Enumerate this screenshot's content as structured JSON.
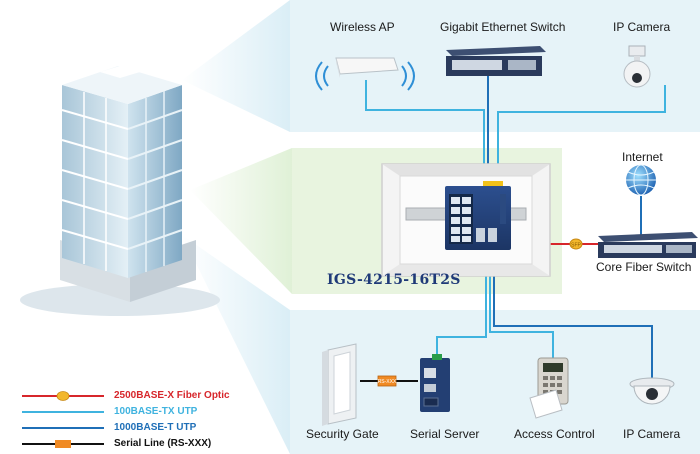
{
  "devices": {
    "wireless_ap": "Wireless AP",
    "gigabit_switch": "Gigabit Ethernet Switch",
    "ip_camera_top": "IP Camera",
    "internet": "Internet",
    "core_fiber_switch": "Core Fiber Switch",
    "security_gate": "Security Gate",
    "serial_server": "Serial Server",
    "access_control": "Access Control",
    "ip_camera_bottom": "IP Camera",
    "sfp_tag": "SFP",
    "serial_tag": "RS-XXX"
  },
  "product": {
    "model": "IGS-4215-16T2S"
  },
  "legend": [
    {
      "label": "2500BASE-X Fiber Optic",
      "color": "#d7262b"
    },
    {
      "label": "100BASE-TX UTP",
      "color": "#3fb3df"
    },
    {
      "label": "1000BASE-T UTP",
      "color": "#1f6fb7"
    },
    {
      "label": "Serial Line (RS-XXX)",
      "color": "#111111"
    }
  ],
  "colors": {
    "zone_bg": "#e6f3f8",
    "center_zone_bg": "#e8f4df",
    "fiber": "#d7262b",
    "utp_100": "#3fb3df",
    "utp_1000": "#1f6fb7",
    "serial": "#111111",
    "tag_orange": "#f08a24",
    "sfp_yellow": "#f2b72c"
  }
}
